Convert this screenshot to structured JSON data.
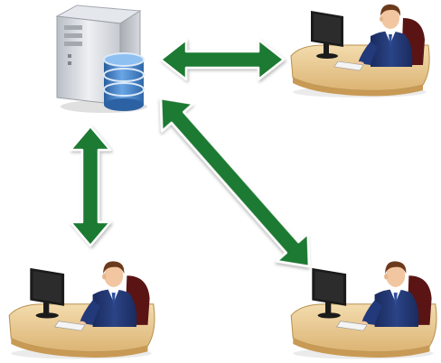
{
  "diagram": {
    "type": "client-server network",
    "nodes": [
      {
        "id": "server",
        "icon": "database-server-icon"
      },
      {
        "id": "workstation-top-right",
        "icon": "user-at-computer-icon"
      },
      {
        "id": "workstation-bottom-left",
        "icon": "user-at-computer-icon"
      },
      {
        "id": "workstation-bottom-right",
        "icon": "user-at-computer-icon"
      }
    ],
    "connections": [
      {
        "from": "server",
        "to": "workstation-top-right",
        "style": "double-headed-arrow"
      },
      {
        "from": "server",
        "to": "workstation-bottom-left",
        "style": "double-headed-arrow"
      },
      {
        "from": "server",
        "to": "workstation-bottom-right",
        "style": "double-headed-arrow"
      }
    ],
    "colors": {
      "arrow": "#1e7a32",
      "arrow_outline": "#ffffff",
      "server_body": "#d9dde2",
      "database": "#3f7fc6",
      "desk": "#e6c58d",
      "suit": "#20346e",
      "skin": "#f1c6a0",
      "hair": "#6b3a1d",
      "monitor": "#1b1b1b",
      "chair": "#5a1414"
    }
  }
}
